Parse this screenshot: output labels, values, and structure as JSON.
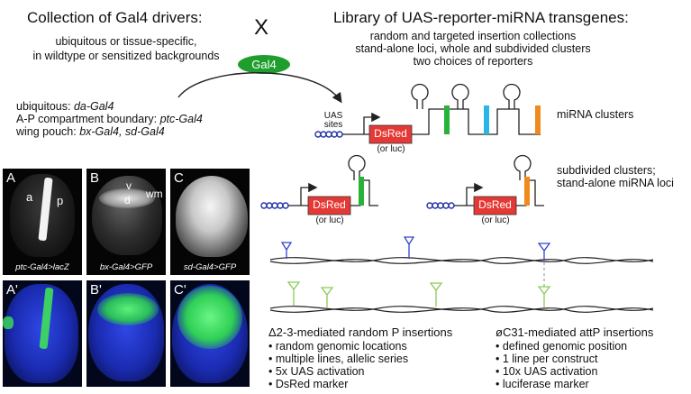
{
  "header": {
    "left_title": "Collection of Gal4 drivers:",
    "left_sub1": "ubiquitous or tissue-specific,",
    "left_sub2": "in wildtype or sensitized backgrounds",
    "cross": "X",
    "right_title": "Library of UAS-reporter-miRNA transgenes:",
    "right_sub1": "random and targeted insertion collections",
    "right_sub2": "stand-alone loci, whole and subdivided clusters",
    "right_sub3": "two choices of reporters"
  },
  "gal4_badge": "Gal4",
  "drivers": [
    {
      "label": "ubiquitous: ",
      "gene": "da-Gal4"
    },
    {
      "label": "A-P compartment boundary: ",
      "gene": "ptc-Gal4"
    },
    {
      "label": "wing pouch: ",
      "gene": "bx-Gal4, sd-Gal4"
    }
  ],
  "construct": {
    "uas_line1": "UAS",
    "uas_line2": "sites",
    "reporter": "DsRed",
    "alt_reporter": "(or luc)",
    "whole_label": "miRNA clusters",
    "subdiv_line1": "subdivided clusters;",
    "subdiv_line2": "stand-alone miRNA loci"
  },
  "panels": {
    "A": {
      "label": "A",
      "caption": "ptc-Gal4>lacZ",
      "marks": [
        "a",
        "p"
      ]
    },
    "B": {
      "label": "B",
      "caption": "bx-Gal4>GFP",
      "marks": [
        "v",
        "d",
        "wm"
      ]
    },
    "C": {
      "label": "C",
      "caption": "sd-Gal4>GFP"
    },
    "A2": {
      "label": "A'"
    },
    "B2": {
      "label": "B'"
    },
    "C2": {
      "label": "C'"
    }
  },
  "random_insertions": {
    "title": "Δ2-3-mediated random P insertions",
    "items": [
      "• random genomic locations",
      "• multiple lines, allelic series",
      "• 5x UAS activation",
      "• DsRed marker"
    ]
  },
  "targeted_insertions": {
    "title": "øC31-mediated attP insertions",
    "items": [
      "• defined genomic position",
      "• 1 line per construct",
      "• 10x UAS activation",
      "• luciferase marker"
    ]
  },
  "colors": {
    "dsred": "#e53935",
    "gal4": "#1f9e2e",
    "mirna_green": "#27b33a",
    "mirna_blue": "#29b6e6",
    "mirna_orange": "#f08a1c",
    "uas_blue": "#2233aa",
    "insert_blue": "#3344cc",
    "insert_green": "#88cc55"
  }
}
